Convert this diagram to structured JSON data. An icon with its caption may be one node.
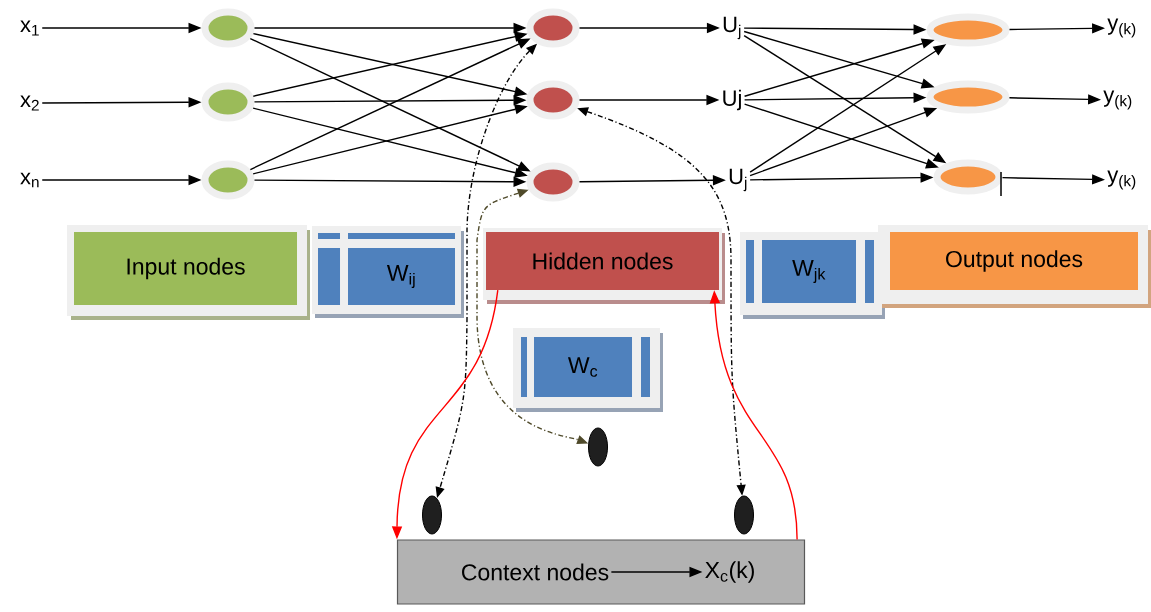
{
  "diagram": {
    "nodes": [
      {
        "text": [
          "x$_{1}$"
        ]
      },
      {
        "text": [
          "x$_{2}$"
        ]
      },
      {
        "text": [
          "x$_{n}$"
        ]
      },
      {
        "text": [],
        "shape": "ellipse"
      },
      {
        "text": [],
        "shape": "ellipse"
      },
      {
        "text": [],
        "shape": "ellipse"
      },
      {
        "text": [],
        "shape": "ellipse"
      },
      {
        "text": [],
        "shape": "ellipse"
      },
      {
        "text": [],
        "shape": "ellipse"
      },
      {
        "text": [
          "U$_{j}$"
        ]
      },
      {
        "text": [
          "Uj"
        ]
      },
      {
        "text": [
          "U$_{j}$"
        ]
      },
      {
        "text": [],
        "shape": "ellipse"
      },
      {
        "text": [],
        "shape": "ellipse"
      },
      {
        "text": [],
        "shape": "ellipse"
      },
      {
        "text": [
          "y$_{(k)}$"
        ]
      },
      {
        "text": [
          "y$_{(k)}$"
        ]
      },
      {
        "text": [
          "y$_{(k)}$"
        ]
      },
      {
        "text": [
          "Input  nodes"
        ]
      },
      {
        "text": [
          "W$_{ij}$"
        ]
      },
      {
        "text": [
          "Hidden nodes"
        ]
      },
      {
        "text": [
          "W$_{jk}$"
        ]
      },
      {
        "text": [
          "Output nodes"
        ]
      },
      {
        "text": [
          "W$_{c}$"
        ]
      },
      {
        "text": [],
        "shape": "box"
      },
      {
        "text": [
          "Context nodes"
        ],
        "in": 24
      },
      {
        "text": [
          "X$_{c}$(k)"
        ],
        "in": 24
      },
      {
        "text": [],
        "shape": "ellipse"
      },
      {
        "text": [],
        "shape": "ellipse"
      },
      {
        "text": [],
        "shape": "ellipse"
      }
    ],
    "edges": [
      {
        "from": 0,
        "to": 3,
        "arrow": "to"
      },
      {
        "from": 1,
        "to": 4,
        "arrow": "to"
      },
      {
        "from": 2,
        "to": 5,
        "arrow": "to"
      },
      {
        "from": 3,
        "to": 6,
        "arrow": "to"
      },
      {
        "from": 3,
        "to": 7,
        "arrow": "to"
      },
      {
        "from": 3,
        "to": 8,
        "arrow": "to"
      },
      {
        "from": 4,
        "to": 6,
        "arrow": "to"
      },
      {
        "from": 4,
        "to": 7,
        "arrow": "to"
      },
      {
        "from": 4,
        "to": 8,
        "arrow": "to"
      },
      {
        "from": 5,
        "to": 6,
        "arrow": "to"
      },
      {
        "from": 5,
        "to": 7,
        "arrow": "to"
      },
      {
        "from": 5,
        "to": 8,
        "arrow": "to"
      },
      {
        "from": 6,
        "to": 9,
        "arrow": "to"
      },
      {
        "from": 7,
        "to": 10,
        "arrow": "to"
      },
      {
        "from": 8,
        "to": 11,
        "arrow": "to"
      },
      {
        "from": 9,
        "to": 12,
        "arrow": "to"
      },
      {
        "from": 9,
        "to": 13,
        "arrow": "to"
      },
      {
        "from": 9,
        "to": 14,
        "arrow": "to"
      },
      {
        "from": 10,
        "to": 12,
        "arrow": "to"
      },
      {
        "from": 10,
        "to": 13,
        "arrow": "to"
      },
      {
        "from": 10,
        "to": 14,
        "arrow": "to"
      },
      {
        "from": 11,
        "to": 12,
        "arrow": "to"
      },
      {
        "from": 11,
        "to": 13,
        "arrow": "to"
      },
      {
        "from": 11,
        "to": 14,
        "arrow": "to"
      },
      {
        "from": 12,
        "to": 15,
        "arrow": "to"
      },
      {
        "from": 13,
        "to": 16,
        "arrow": "to"
      },
      {
        "from": 14,
        "to": 17,
        "arrow": "to"
      },
      {
        "from": 25,
        "to": 26,
        "arrow": "to"
      },
      {
        "from": 6,
        "to": 27,
        "arrow": "both",
        "style": "dashed"
      },
      {
        "from": 7,
        "to": 29,
        "arrow": "both",
        "style": "dashed"
      },
      {
        "from": 8,
        "to": 28,
        "arrow": "both",
        "style": "dashed",
        "color": "#4f4a2a"
      },
      {
        "from": 20,
        "to": 24,
        "arrow": "to",
        "color": "#ff0000"
      },
      {
        "from": 24,
        "to": 20,
        "arrow": "to",
        "color": "#ff0000"
      }
    ]
  }
}
